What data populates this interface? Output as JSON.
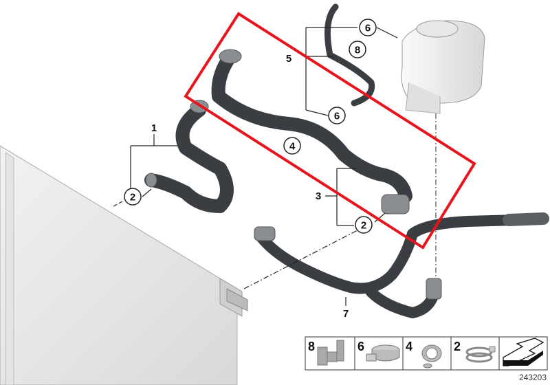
{
  "diagram": {
    "callouts_circled": [
      {
        "id": "c6a",
        "label": "6"
      },
      {
        "id": "c8",
        "label": "8"
      },
      {
        "id": "c6b",
        "label": "6"
      },
      {
        "id": "c4",
        "label": "4"
      },
      {
        "id": "c2a",
        "label": "2"
      },
      {
        "id": "c2b",
        "label": "2"
      }
    ],
    "callouts_plain": [
      {
        "id": "p5",
        "label": "5"
      },
      {
        "id": "p1",
        "label": "1"
      },
      {
        "id": "p3",
        "label": "3"
      },
      {
        "id": "p7",
        "label": "7"
      }
    ],
    "highlight_color": "#e8141b",
    "hose_color": "#3a3d42"
  },
  "legend": {
    "items": [
      {
        "label": "8",
        "icon": "clip-holder-icon"
      },
      {
        "label": "6",
        "icon": "hose-clamp-icon"
      },
      {
        "label": "4",
        "icon": "clamp-with-bracket-icon"
      },
      {
        "label": "2",
        "icon": "spring-clamp-icon"
      },
      {
        "label": "",
        "icon": "arrow-direction-icon"
      }
    ],
    "reference_number": "243203"
  }
}
